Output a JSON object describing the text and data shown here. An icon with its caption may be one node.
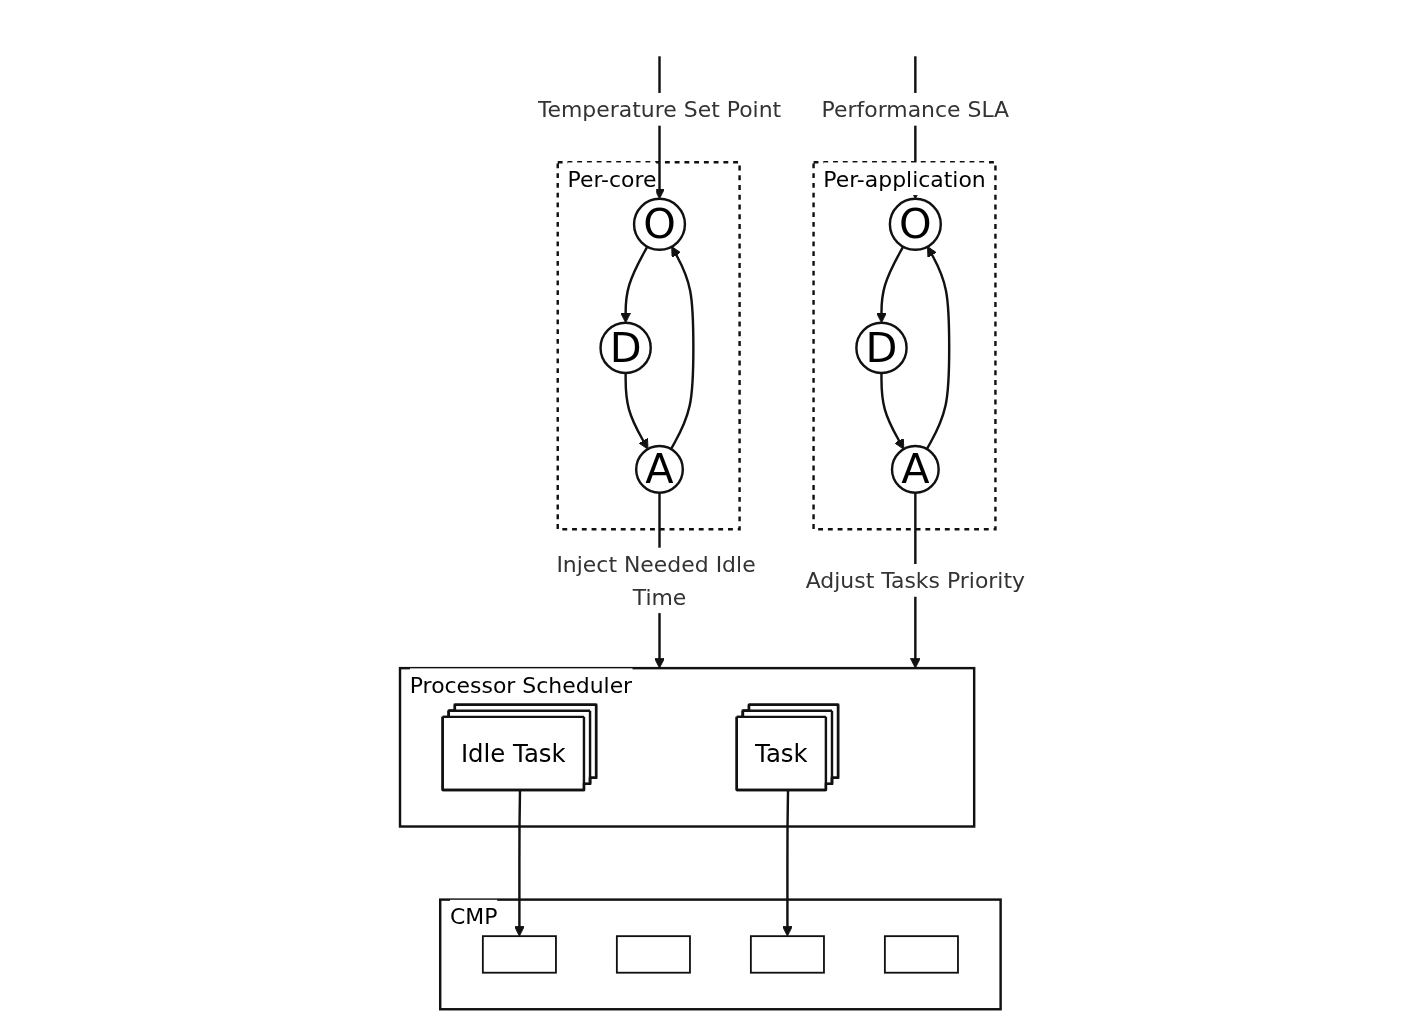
{
  "diagram": {
    "nodes": [
      {
        "text": [
          "Per-core"
        ]
      },
      {
        "text": [
          "O"
        ],
        "in": 0
      },
      {
        "text": [
          "A"
        ],
        "in": 0
      },
      {
        "text": [
          "D"
        ],
        "in": 0
      },
      {
        "text": [
          "Per-application"
        ]
      },
      {
        "text": [
          "O"
        ],
        "in": 4
      },
      {
        "text": [
          "A"
        ],
        "in": 4
      },
      {
        "text": [
          "D"
        ],
        "in": 4
      },
      {
        "text": [
          "Processor Scheduler"
        ]
      },
      {
        "text": [
          "Task"
        ],
        "in": 8
      },
      {
        "text": [
          "Idle Task"
        ],
        "in": 8
      },
      {
        "text": [
          "CMP"
        ]
      },
      {
        "text": [],
        "shape": "box",
        "in": 11
      },
      {
        "text": [],
        "shape": "box",
        "in": 11
      },
      {
        "text": [],
        "shape": "box",
        "in": 11
      },
      {
        "text": [],
        "shape": "box",
        "in": 11
      }
    ],
    "edges": [
      {
        "from": null,
        "to": 1,
        "arrow": "to",
        "label": "Temperature Set Point"
      },
      {
        "from": 1,
        "to": 3,
        "arrow": "to"
      },
      {
        "from": 3,
        "to": 2,
        "arrow": "to"
      },
      {
        "from": 2,
        "to": 1,
        "arrow": "to"
      },
      {
        "from": 2,
        "to": 8,
        "arrow": "to",
        "label": "Inject Needed Idle Time"
      },
      {
        "from": null,
        "to": 5,
        "arrow": "to",
        "label": "Performance SLA"
      },
      {
        "from": 5,
        "to": 7,
        "arrow": "to"
      },
      {
        "from": 7,
        "to": 6,
        "arrow": "to"
      },
      {
        "from": 6,
        "to": 5,
        "arrow": "to"
      },
      {
        "from": 6,
        "to": 8,
        "arrow": "to",
        "label": "Adjust Tasks Priority"
      },
      {
        "from": 10,
        "to": 12,
        "arrow": "to"
      },
      {
        "from": 9,
        "to": 14,
        "arrow": "to"
      }
    ]
  }
}
